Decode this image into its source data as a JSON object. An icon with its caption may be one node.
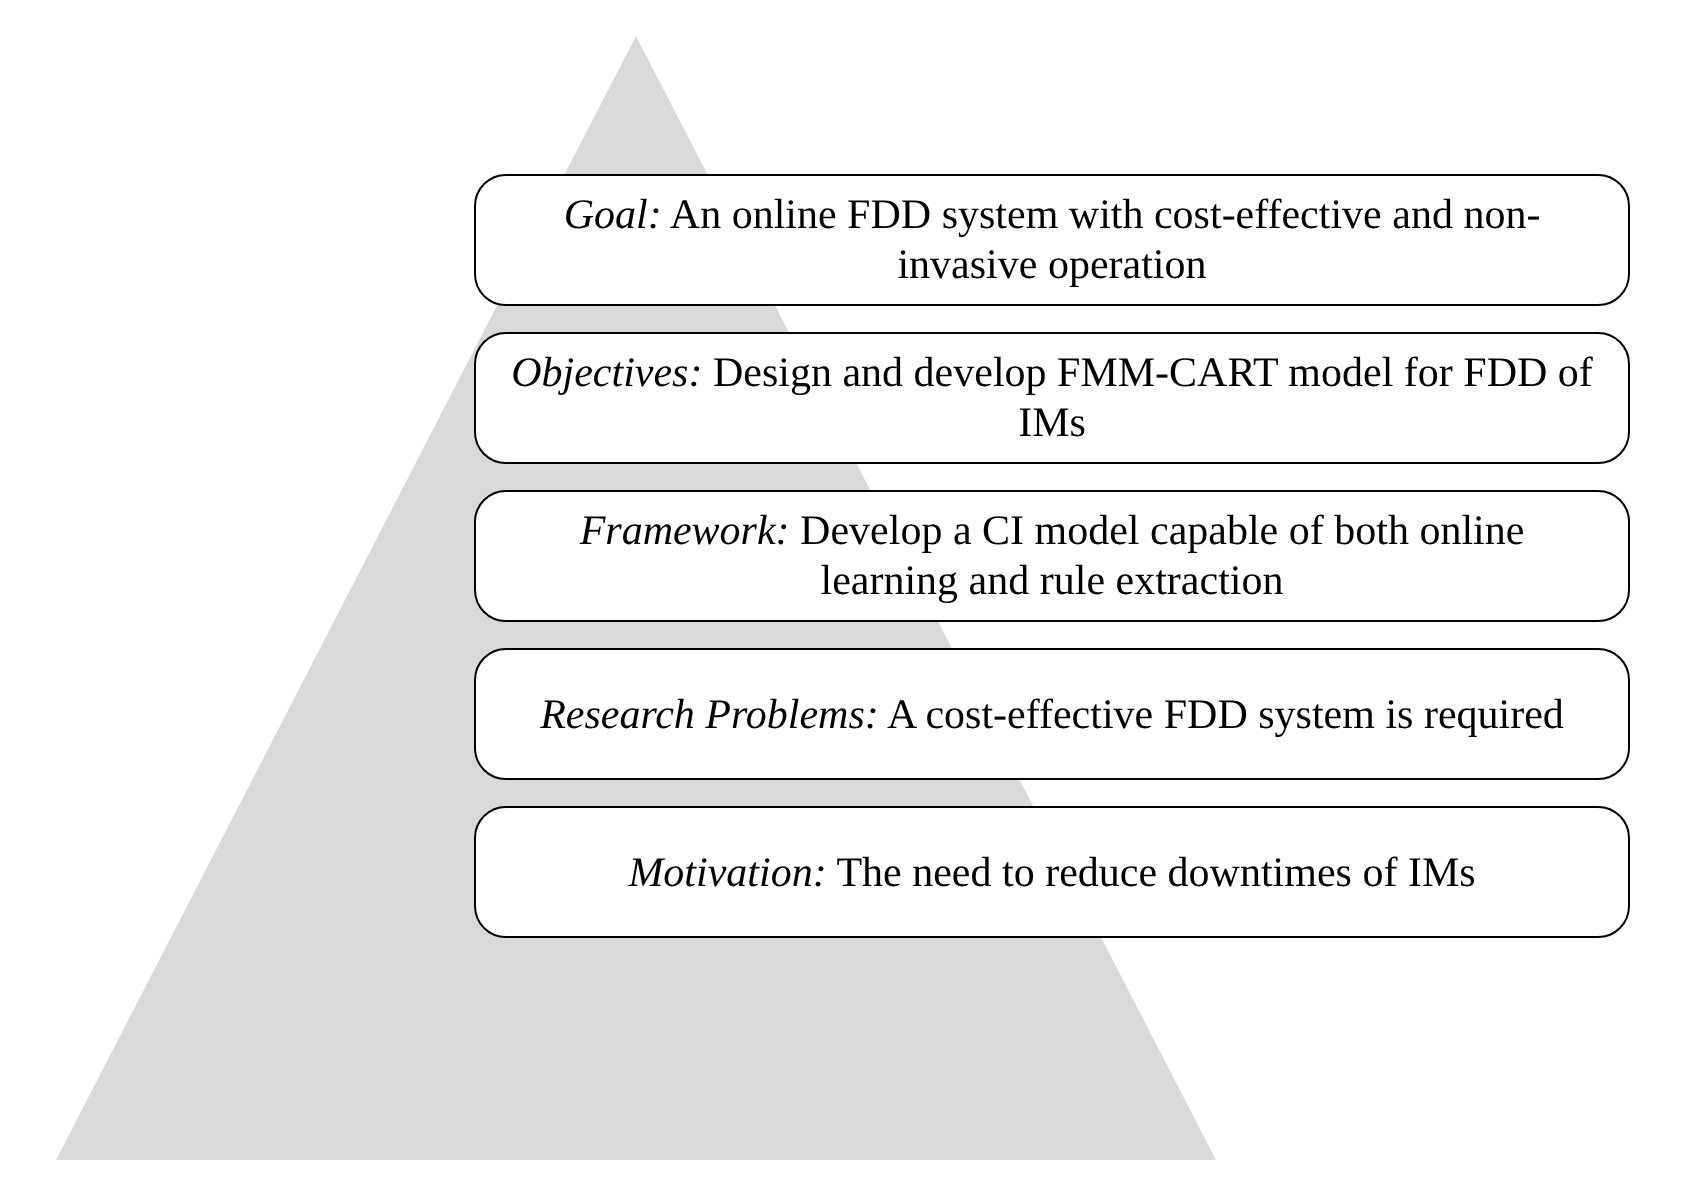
{
  "diagram": {
    "nodes": [
      {
        "text": [],
        "shape": "triangle"
      },
      {
        "text": [
          "*Goal:* An online FDD system with cost-effective and non-invasive operation"
        ]
      },
      {
        "text": [
          "*Objectives:* Design and develop FMM-CART model for FDD of IMs"
        ]
      },
      {
        "text": [
          "*Framework:* Develop a CI model capable of both online learning and rule extraction"
        ]
      },
      {
        "text": [
          "*Research Problems:* A cost-effective FDD system is required"
        ]
      },
      {
        "text": [
          "*Motivation:* The need to reduce downtimes of IMs"
        ]
      }
    ],
    "edges": []
  }
}
